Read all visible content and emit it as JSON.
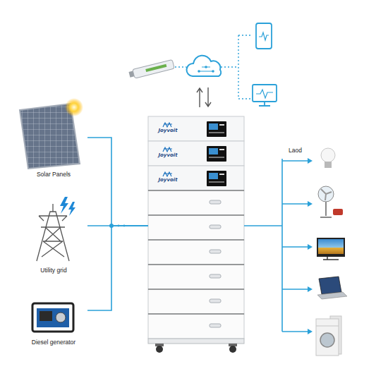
{
  "diagram": {
    "nodes": [
      {
        "text": [
          "Solar Panels"
        ]
      },
      {
        "text": [
          "Utility grid"
        ]
      },
      {
        "text": [
          "Diesel generator"
        ]
      },
      {
        "text": [
          "Joyvoit",
          "Joyvoit",
          "Joyvoit"
        ]
      },
      {
        "text": [
          "Laod"
        ]
      }
    ],
    "edges": [
      {
        "from": 0,
        "to": 3,
        "arrow": "none"
      },
      {
        "from": 1,
        "to": 3,
        "arrow": "none"
      },
      {
        "from": 2,
        "to": 3,
        "arrow": "none"
      },
      {
        "from": 3,
        "to": 4,
        "arrow": "none"
      }
    ]
  }
}
